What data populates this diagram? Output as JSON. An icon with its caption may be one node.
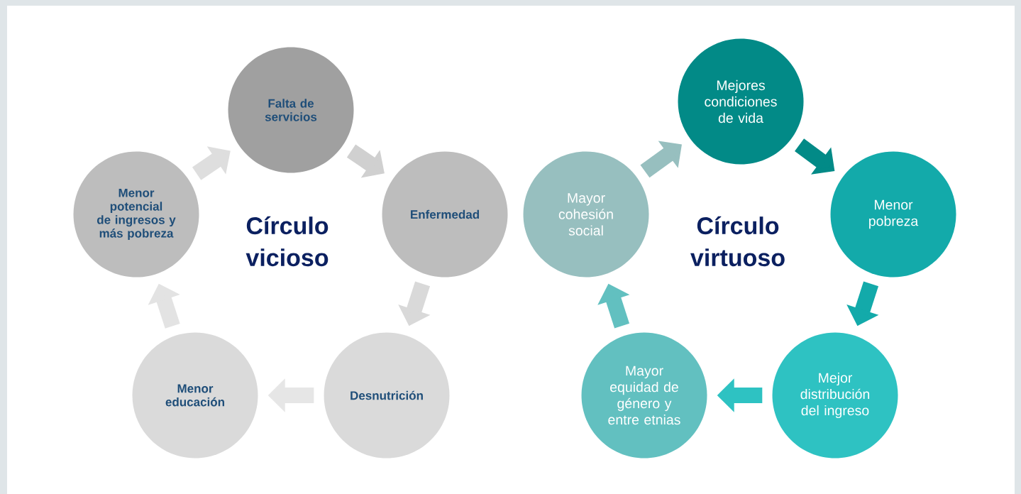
{
  "diagram": {
    "nodes": [
      {
        "text": [
          "Falta de servicios"
        ]
      },
      {
        "text": [
          "Enfermedad"
        ]
      },
      {
        "text": [
          "Desnutrición"
        ]
      },
      {
        "text": [
          "Menor educación"
        ]
      },
      {
        "text": [
          "Menor potencial de ingresos y más pobreza"
        ]
      },
      {
        "text": [
          "Mejores condiciones de vida"
        ]
      },
      {
        "text": [
          "Menor pobreza"
        ]
      },
      {
        "text": [
          "Mejor distribución del ingreso"
        ]
      },
      {
        "text": [
          "Mayor equidad de género y entre etnias"
        ]
      },
      {
        "text": [
          "Mayor cohesión social"
        ]
      }
    ],
    "edges": [
      {
        "from": 0,
        "to": 1,
        "arrow": "to",
        "color": "#d0d0d0"
      },
      {
        "from": 1,
        "to": 2,
        "arrow": "to",
        "color": "#d9d9d9"
      },
      {
        "from": 2,
        "to": 3,
        "arrow": "to",
        "color": "#e6e6e6"
      },
      {
        "from": 3,
        "to": 4,
        "arrow": "to",
        "color": "#e3e3e3"
      },
      {
        "from": 4,
        "to": 0,
        "arrow": "to",
        "color": "#dedede"
      },
      {
        "from": 5,
        "to": 6,
        "arrow": "to",
        "color": "#028a87"
      },
      {
        "from": 6,
        "to": 7,
        "arrow": "to",
        "color": "#13aaaa"
      },
      {
        "from": 7,
        "to": 8,
        "arrow": "to",
        "color": "#2ec2c2"
      },
      {
        "from": 8,
        "to": 9,
        "arrow": "to",
        "color": "#62c0c0"
      },
      {
        "from": 9,
        "to": 5,
        "arrow": "to",
        "color": "#97bfbf"
      }
    ],
    "labels": [
      "Círculo vicioso",
      "Círculo virtuoso"
    ]
  }
}
